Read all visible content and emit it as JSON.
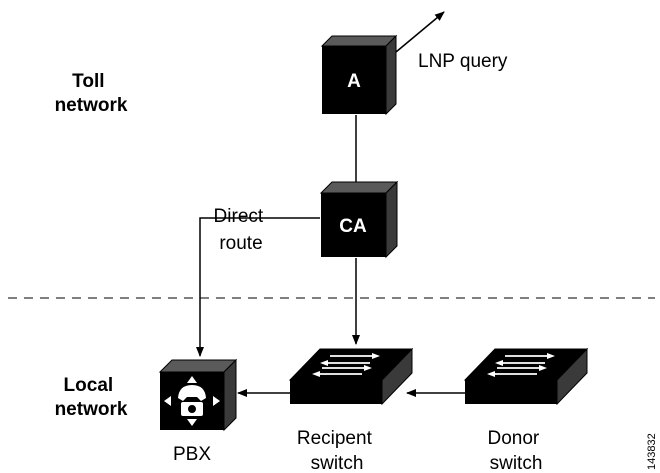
{
  "zones": {
    "toll": {
      "line1": "Toll",
      "line2": "network"
    },
    "local": {
      "line1": "Local",
      "line2": "network"
    }
  },
  "nodes": {
    "a": {
      "label": "A",
      "annotation": "LNP query"
    },
    "ca": {
      "label": "CA"
    },
    "pbx": {
      "label": "PBX"
    },
    "recipient": {
      "line1": "Recipent",
      "line2": "switch"
    },
    "donor": {
      "line1": "Donor",
      "line2": "switch"
    }
  },
  "edges": {
    "direct_route": {
      "line1": "Direct",
      "line2": "route"
    }
  },
  "figure_id": "143832",
  "colors": {
    "node_fill": "#000000",
    "node_side": "#3a3a3a",
    "node_top": "#5a5a5a",
    "line": "#000000",
    "divider": "#555555"
  }
}
